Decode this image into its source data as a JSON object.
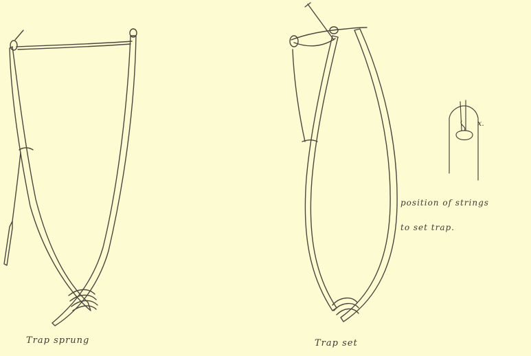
{
  "figure": {
    "caption_left": "Trap sprung",
    "caption_right": "Trap set",
    "detail_mark": "x.",
    "note_line_1": "position of strings",
    "note_line_2": "to set trap."
  },
  "colors": {
    "paper": "#fdfbd2",
    "ink": "#4a483d"
  }
}
